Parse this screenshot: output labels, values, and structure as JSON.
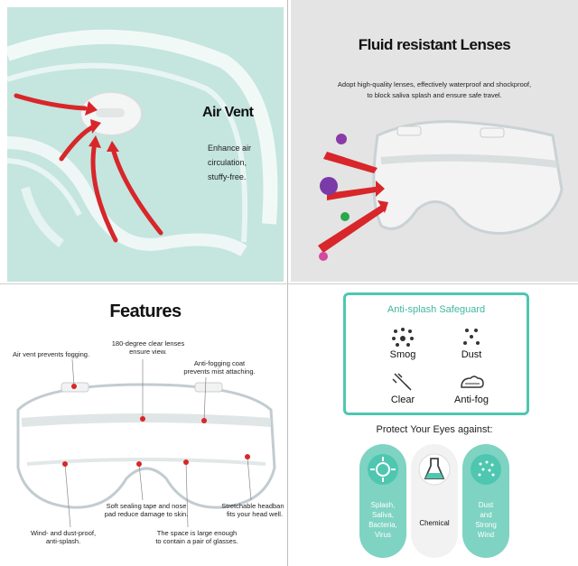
{
  "air_vent": {
    "title": "Air Vent",
    "description_lines": [
      "Enhance air",
      "circulation,",
      "stuffy-free."
    ]
  },
  "fluid": {
    "title": "Fluid resistant Lenses",
    "description_lines": [
      "Adopt high-quality lenses, effectively waterproof and shockproof,",
      "to block saliva splash and ensure safe travel."
    ]
  },
  "features": {
    "title": "Features",
    "callouts": {
      "air_vent": [
        "Air vent prevents fogging."
      ],
      "clear_lenses": [
        "180-degree clear lenses",
        "ensure view."
      ],
      "anti_fog_coat": [
        "Anti-fogging coat",
        "prevents mist attaching."
      ],
      "sealing_tape": [
        "Soft sealing tape and nose",
        "pad reduce damage to skin."
      ],
      "headband": [
        "Stretchable headband",
        "fits your head well."
      ],
      "wind_dust": [
        "Wind- and dust-proof,",
        "anti-splash."
      ],
      "space": [
        "The space is large enough",
        "to contain a pair of glasses."
      ]
    }
  },
  "safeguard": {
    "title": "Anti-splash Safeguard",
    "items": [
      {
        "label": "Smog",
        "icon": "smog-icon"
      },
      {
        "label": "Dust",
        "icon": "dust-icon"
      },
      {
        "label": "Clear",
        "icon": "clear-icon"
      },
      {
        "label": "Anti-fog",
        "icon": "anti-fog-icon"
      }
    ],
    "protect_heading": "Protect Your Eyes against:",
    "pills": [
      {
        "lines": [
          "Splash,",
          "Saliva,",
          "Bacteria,",
          "Virus"
        ],
        "icon": "virus-icon"
      },
      {
        "lines": [
          "Chemical"
        ],
        "icon": "flask-icon"
      },
      {
        "lines": [
          "Dust",
          "and",
          "Strong",
          "Wind"
        ],
        "icon": "dust-wind-icon"
      }
    ]
  },
  "colors": {
    "teal": "#4fc7b0",
    "mint_bg": "#c5e5df",
    "arrow_red": "#d8262a",
    "virus_purple": "#7a3aa8"
  }
}
